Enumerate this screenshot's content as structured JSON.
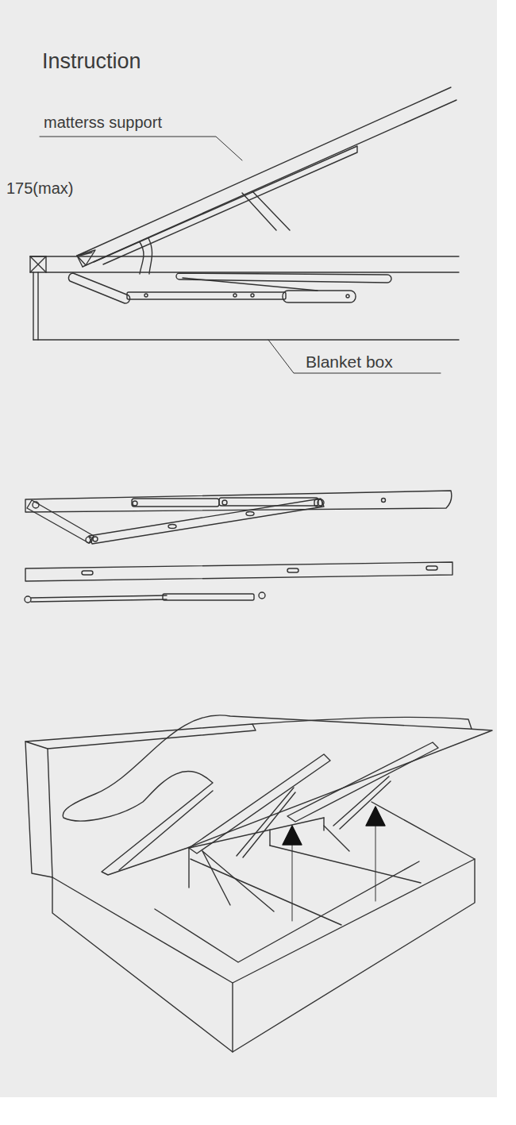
{
  "diagram": {
    "title": "Instruction",
    "labels": [
      "matterss support",
      "175(max)",
      "Blanket box"
    ]
  }
}
